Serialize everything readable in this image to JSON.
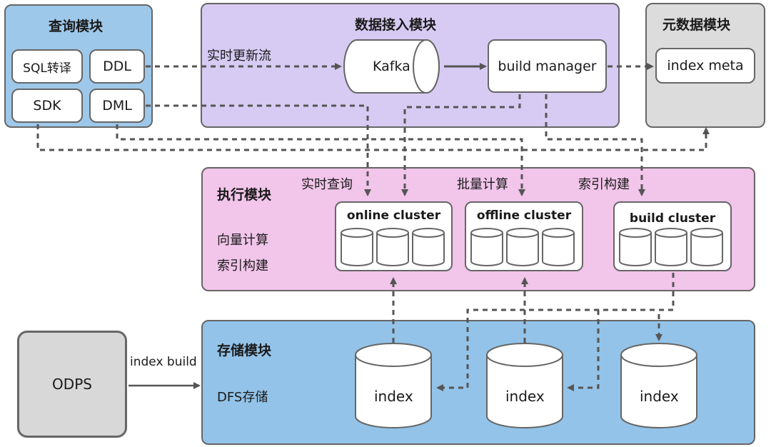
{
  "query_module": {
    "title": "查询模块",
    "items": {
      "sql": "SQL转译",
      "ddl": "DDL",
      "sdk": "SDK",
      "dml": "DML"
    }
  },
  "ingest_module": {
    "title": "数据接入模块",
    "stream_label": "实时更新流",
    "kafka": "Kafka",
    "build_manager": "build manager"
  },
  "meta_module": {
    "title": "元数据模块",
    "index_meta": "index meta"
  },
  "exec_module": {
    "title": "执行模块",
    "sub1": "向量计算",
    "sub2": "索引构建",
    "labels": {
      "realtime_query": "实时查询",
      "batch_compute": "批量计算",
      "index_build": "索引构建"
    },
    "clusters": {
      "online": "online cluster",
      "offline": "offline cluster",
      "build": "build cluster"
    }
  },
  "storage_module": {
    "title": "存储模块",
    "dfs": "DFS存储",
    "index_1": "index",
    "index_2": "index",
    "index_3": "index"
  },
  "odps": {
    "label": "ODPS",
    "arrow_label": "index build"
  },
  "colors": {
    "query_bg": "#9ec8ea",
    "ingest_bg": "#d7cbf3",
    "meta_bg": "#dcdcdc",
    "exec_bg": "#f2c5ea",
    "storage_bg": "#93c3e8",
    "odps_bg": "#d8d8d8",
    "wire": "#555555"
  }
}
